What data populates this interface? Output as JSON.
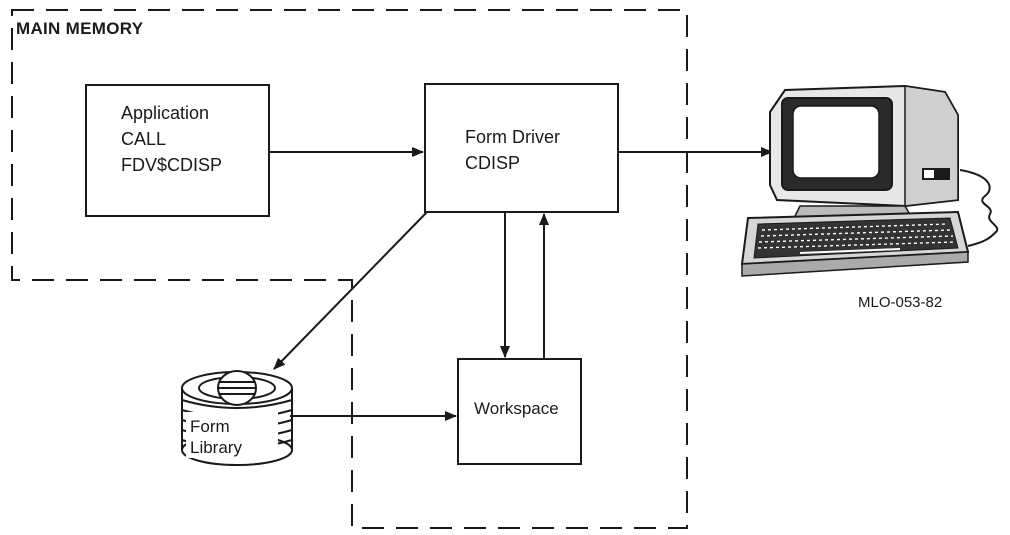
{
  "main_memory": {
    "title": "MAIN MEMORY"
  },
  "application": {
    "line1": "Application",
    "line2": "CALL",
    "line3": "FDV$CDISP"
  },
  "form_driver": {
    "line1": "Form Driver",
    "line2": "CDISP"
  },
  "workspace": {
    "label": "Workspace"
  },
  "form_library": {
    "line1": "Form",
    "line2": "Library"
  },
  "figure_code": "MLO-053-82"
}
